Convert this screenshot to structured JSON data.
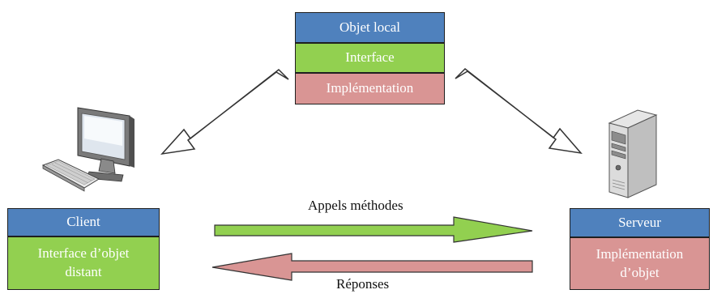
{
  "local_object": {
    "title": "Objet local",
    "interface": "Interface",
    "implementation": "Implémentation"
  },
  "client": {
    "title": "Client",
    "interface_line1": "Interface d’objet",
    "interface_line2": "distant"
  },
  "server": {
    "title": "Serveur",
    "implementation_line1": "Implémentation",
    "implementation_line2": "d’objet"
  },
  "calls_label": "Appels méthodes",
  "responses_label": "Réponses",
  "colors": {
    "title_blue": "#4f81bd",
    "interface_green": "#92d050",
    "implementation_pink": "#d99594"
  },
  "icons": [
    "computer-icon",
    "server-tower-icon"
  ]
}
